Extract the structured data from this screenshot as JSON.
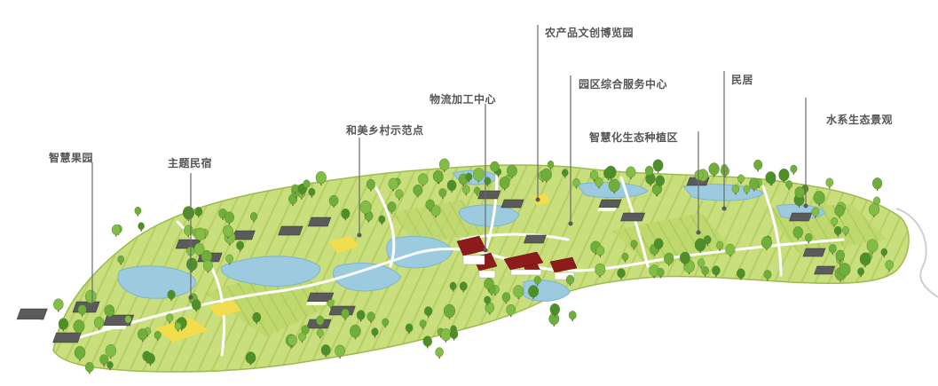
{
  "labels": [
    {
      "id": "orchard",
      "text": "智慧果园"
    },
    {
      "id": "homestay",
      "text": "主题民宿"
    },
    {
      "id": "village",
      "text": "和美乡村示范点"
    },
    {
      "id": "logistics",
      "text": "物流加工中心"
    },
    {
      "id": "expo",
      "text": "农产品文创博览园"
    },
    {
      "id": "service",
      "text": "园区综合服务中心"
    },
    {
      "id": "planting",
      "text": "智慧化生态种植区"
    },
    {
      "id": "residence",
      "text": "民居"
    },
    {
      "id": "water",
      "text": "水系生态景观"
    }
  ],
  "colors": {
    "field_light": "#c8dd7a",
    "field_dark": "#a9c95a",
    "tree": "#6fae3a",
    "tree_dark": "#4f8f2a",
    "water": "#9ccbe0",
    "roof_gray": "#5b5b5b",
    "roof_red": "#8e1b1b",
    "plaza_yellow": "#f2de4c",
    "road": "#ffffff",
    "leader": "#6b6b6b"
  }
}
